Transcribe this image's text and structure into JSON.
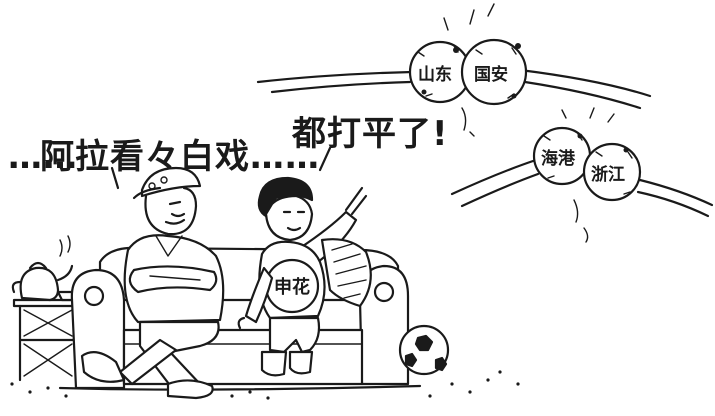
{
  "caption": {
    "dots_left": "……",
    "main": "阿拉看々白戏……",
    "ending": "都打平了!"
  },
  "balls": {
    "top_left": "山东",
    "top_right": "国安",
    "mid_left": "海港",
    "mid_right": "浙江"
  },
  "shirt": "申花",
  "colors": {
    "ink": "#1a1a1a",
    "paper": "#ffffff"
  }
}
